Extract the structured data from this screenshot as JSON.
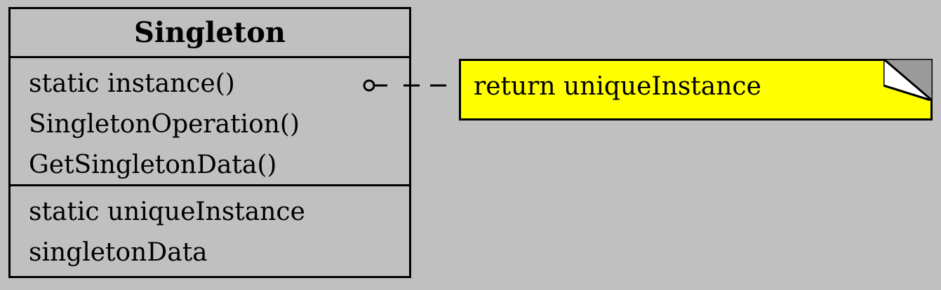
{
  "class": {
    "name": "Singleton",
    "operations": [
      "static instance()",
      "SingletonOperation()",
      "GetSingletonData()"
    ],
    "attributes": [
      "static uniqueInstance",
      "singletonData"
    ]
  },
  "note": {
    "text": "return uniqueInstance"
  },
  "colors": {
    "background": "#c0c0c0",
    "note_fill": "#ffff00",
    "corner_fold": "#9a9a9a",
    "line": "#000000"
  }
}
